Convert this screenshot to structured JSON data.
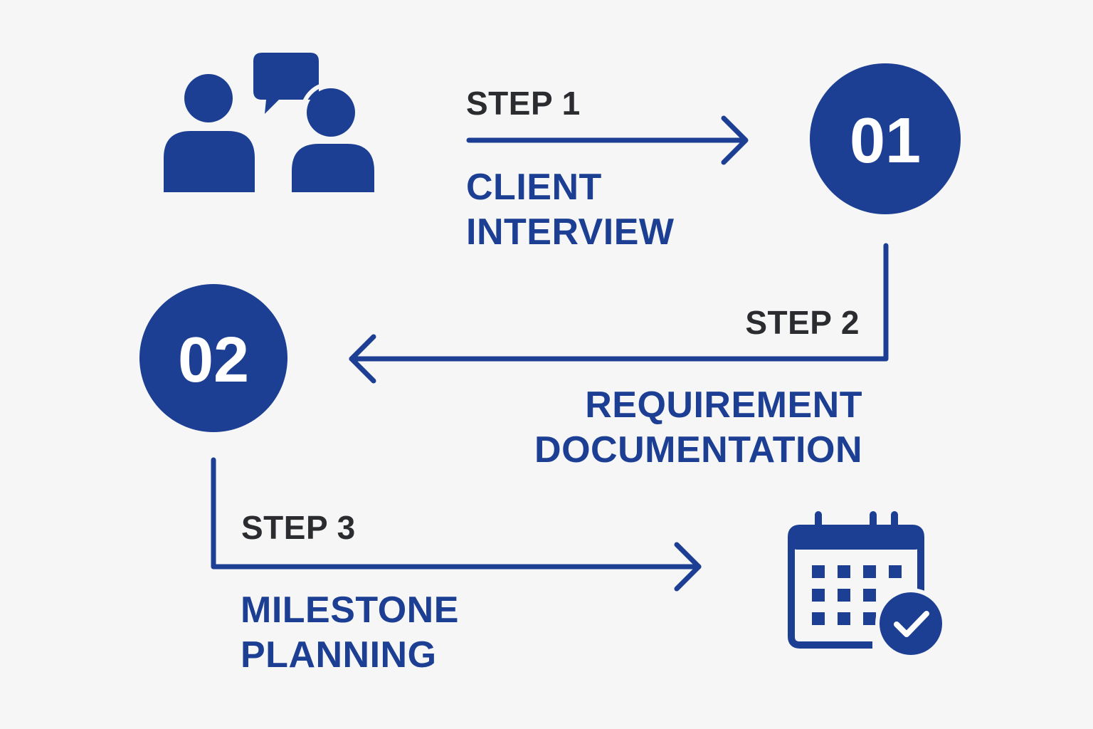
{
  "colors": {
    "background": "#f6f6f6",
    "primary_blue": "#1c3f94",
    "step_label": "#2a2c2f",
    "white": "#ffffff"
  },
  "steps": [
    {
      "label": "STEP 1",
      "title_lines": [
        "CLIENT",
        "INTERVIEW"
      ],
      "number": "01"
    },
    {
      "label": "STEP 2",
      "title_lines": [
        "REQUIREMENT",
        "DOCUMENTATION"
      ],
      "number": "02"
    },
    {
      "label": "STEP 3",
      "title_lines": [
        "MILESTONE",
        "PLANNING"
      ]
    }
  ],
  "icons": {
    "start": "people-conversation-icon",
    "end": "calendar-check-icon"
  }
}
